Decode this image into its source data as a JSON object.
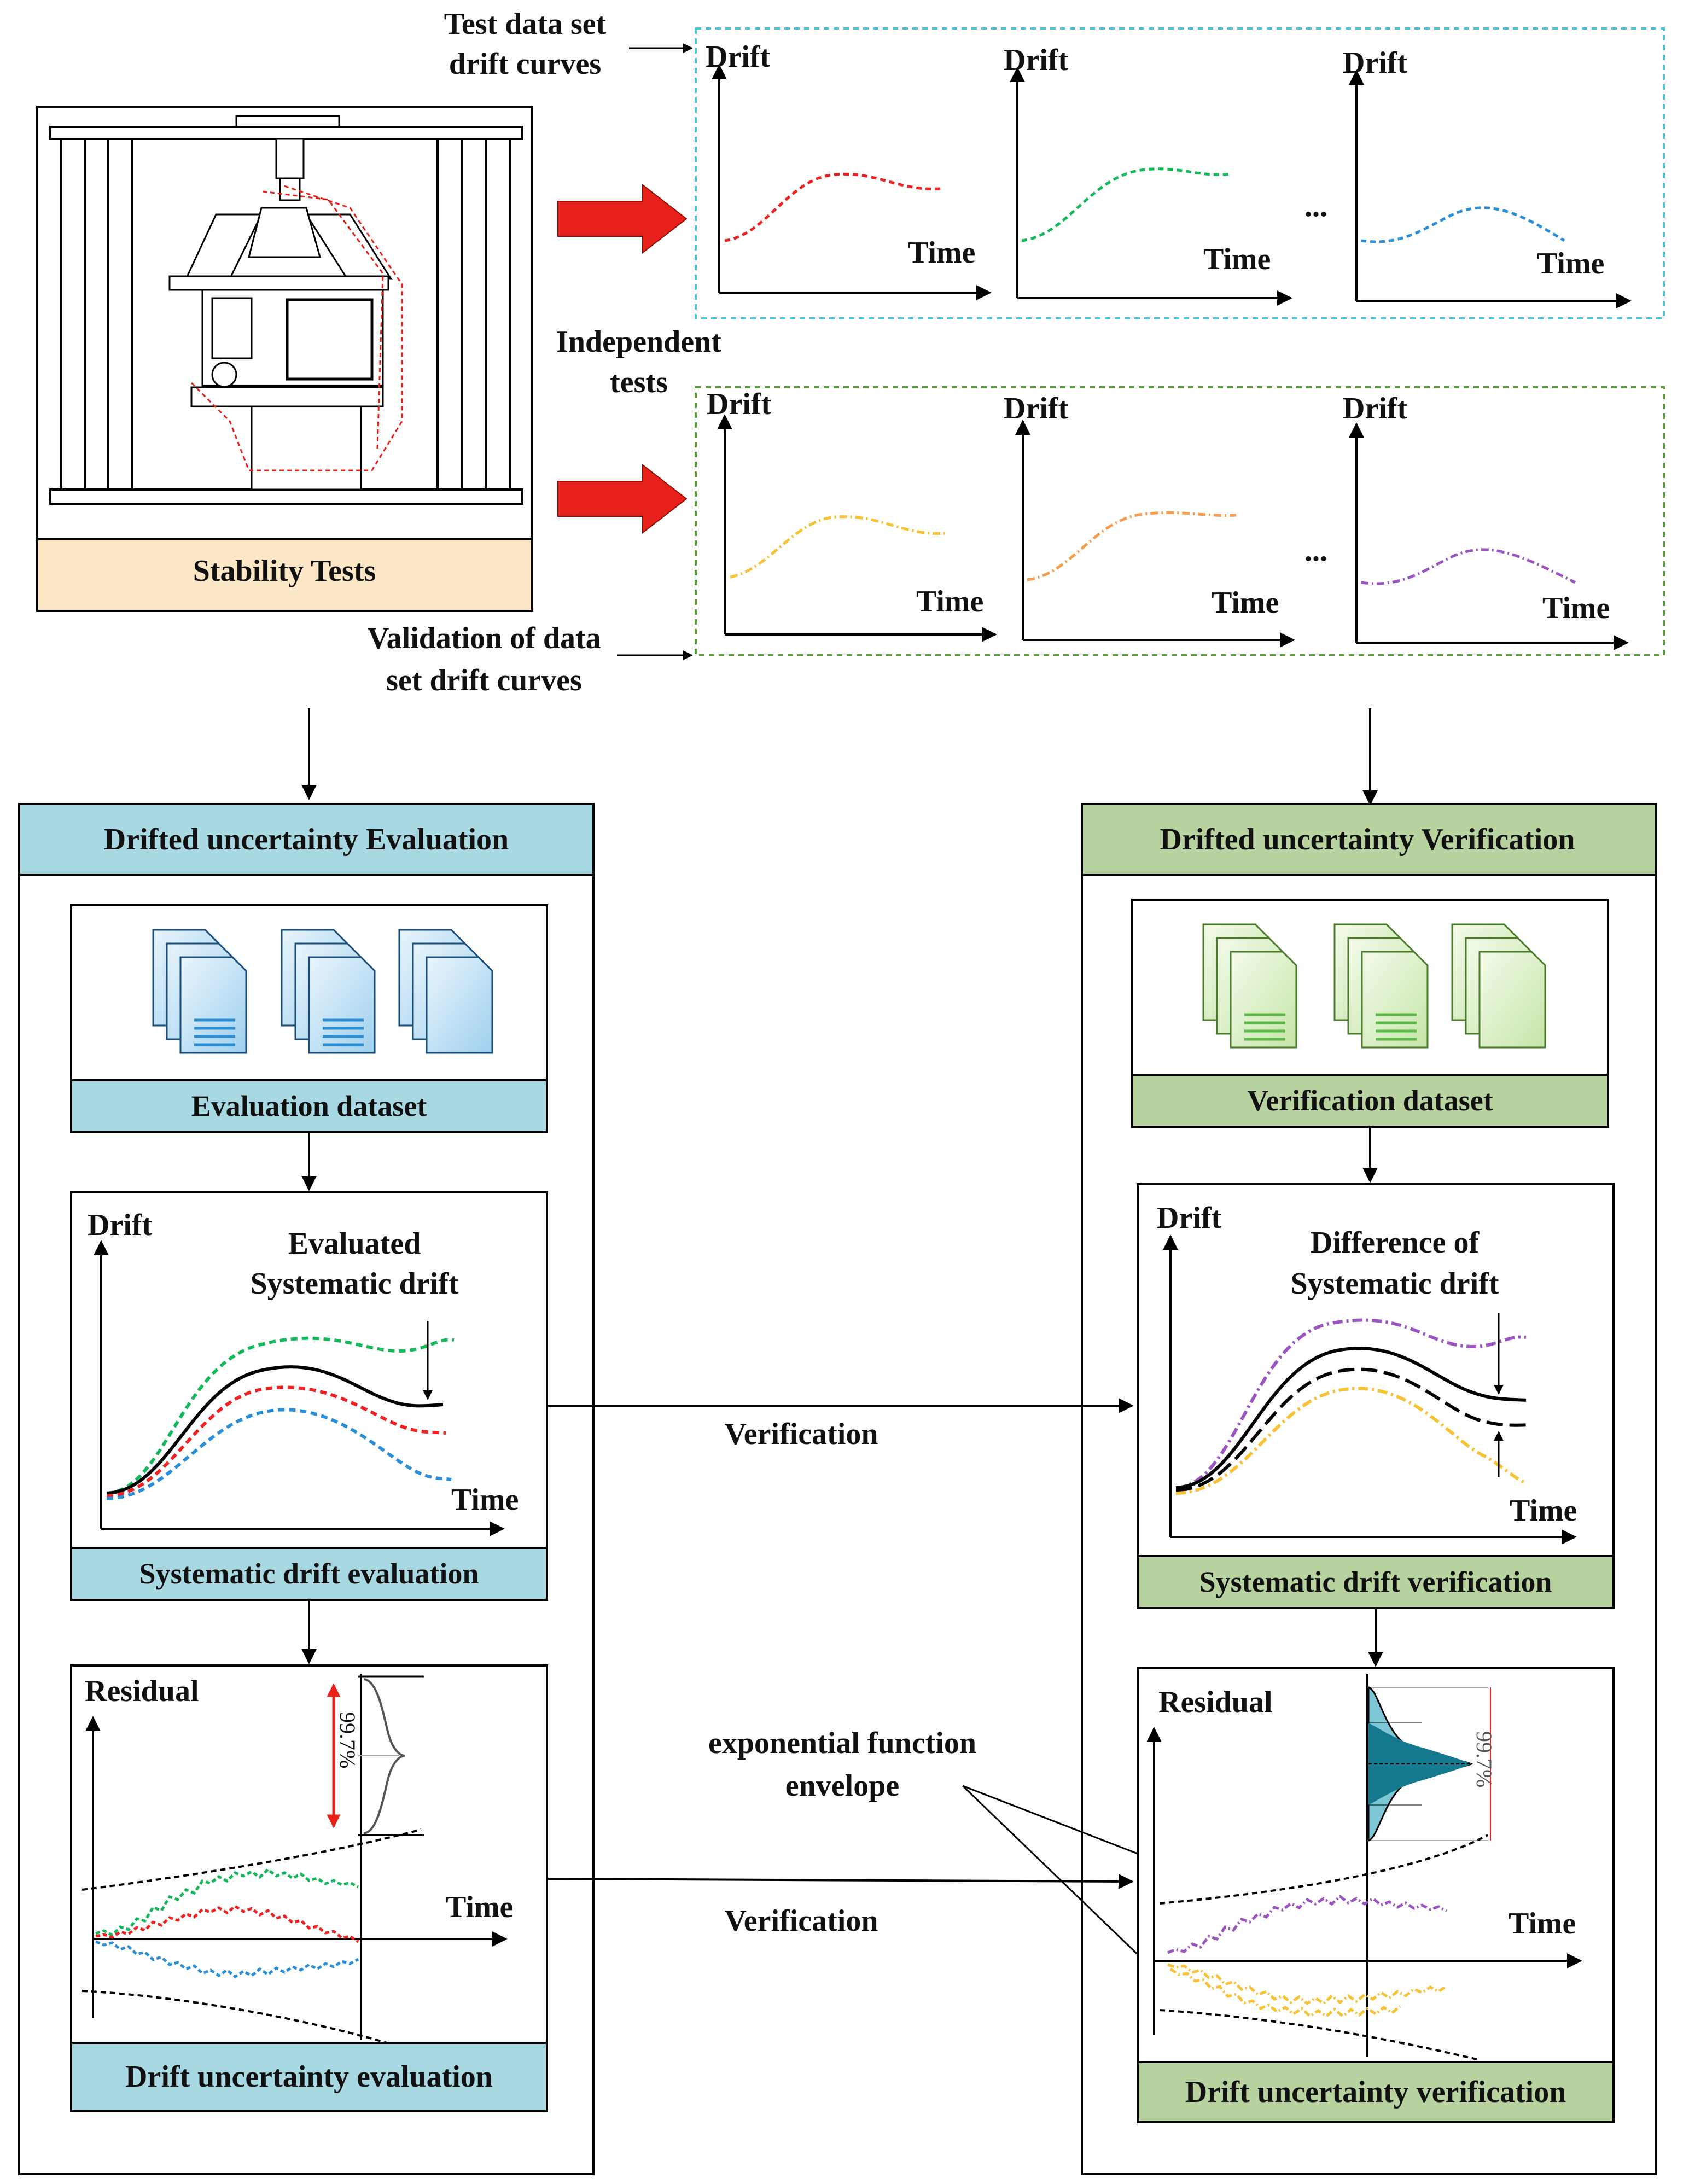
{
  "top": {
    "test_set_label_line1": "Test data set",
    "test_set_label_line2": "drift curves",
    "independent_tests_line1": "Independent",
    "independent_tests_line2": "tests",
    "validation_label_line1": "Validation of data",
    "validation_label_line2": "set drift curves",
    "stability_tests_label": "Stability Tests",
    "axis_y": "Drift",
    "axis_x": "Time",
    "ellipsis": "..."
  },
  "evaluation": {
    "header": "Drifted uncertainty Evaluation",
    "dataset_label": "Evaluation dataset",
    "systematic_panel": {
      "ylabel": "Drift",
      "xlabel": "Time",
      "annotation_line1": "Evaluated",
      "annotation_line2": "Systematic drift",
      "caption": "Systematic drift evaluation"
    },
    "residual_panel": {
      "ylabel": "Residual",
      "xlabel": "Time",
      "percent": "99.7%",
      "caption": "Drift uncertainty evaluation"
    }
  },
  "verification": {
    "header": "Drifted uncertainty Verification",
    "dataset_label": "Verification dataset",
    "systematic_panel": {
      "ylabel": "Drift",
      "xlabel": "Time",
      "annotation_line1": "Difference of",
      "annotation_line2": "Systematic drift",
      "caption": "Systematic drift verification"
    },
    "residual_panel": {
      "ylabel": "Residual",
      "xlabel": "Time",
      "percent": "99.7%",
      "caption": "Drift uncertainty verification"
    }
  },
  "middle": {
    "verification_label_1": "Verification",
    "verification_label_2": "Verification",
    "envelope_label_line1": "exponential function",
    "envelope_label_line2": "envelope"
  },
  "colors": {
    "evaluation_header_bg": "#a8d8e2",
    "verification_header_bg": "#b8d3a0",
    "stability_bg": "#fbe7c6",
    "test_box_border": "#4dc3d7",
    "validation_box_border": "#5a9a3a",
    "arrow_red": "#e8201a",
    "curve_red": "#ee2222",
    "curve_green": "#12b85a",
    "curve_blue": "#2a8fd6",
    "curve_yellow": "#f7c235",
    "curve_orange": "#f79a4a",
    "curve_purple": "#9a55c0",
    "teal_fill": "#14788f"
  },
  "icons": [
    "document-stack-icon",
    "machine-tool-icon",
    "gaussian-curve-icon"
  ]
}
